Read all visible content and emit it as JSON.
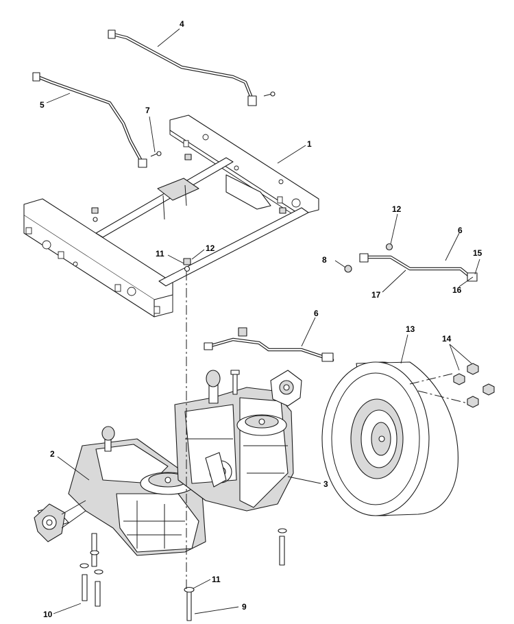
{
  "colors": {
    "ink": "#1a1a1a",
    "paper": "#ffffff",
    "shade": "#d9d9d9"
  },
  "callouts": {
    "c1": "1",
    "c2": "2",
    "c3": "3",
    "c4": "4",
    "c5": "5",
    "c6a": "6",
    "c6b": "6",
    "c7": "7",
    "c8": "8",
    "c9": "9",
    "c10": "10",
    "c11a": "11",
    "c11b": "11",
    "c12a": "12",
    "c12b": "12",
    "c13": "13",
    "c14": "14",
    "c15": "15",
    "c16": "16",
    "c17": "17"
  }
}
